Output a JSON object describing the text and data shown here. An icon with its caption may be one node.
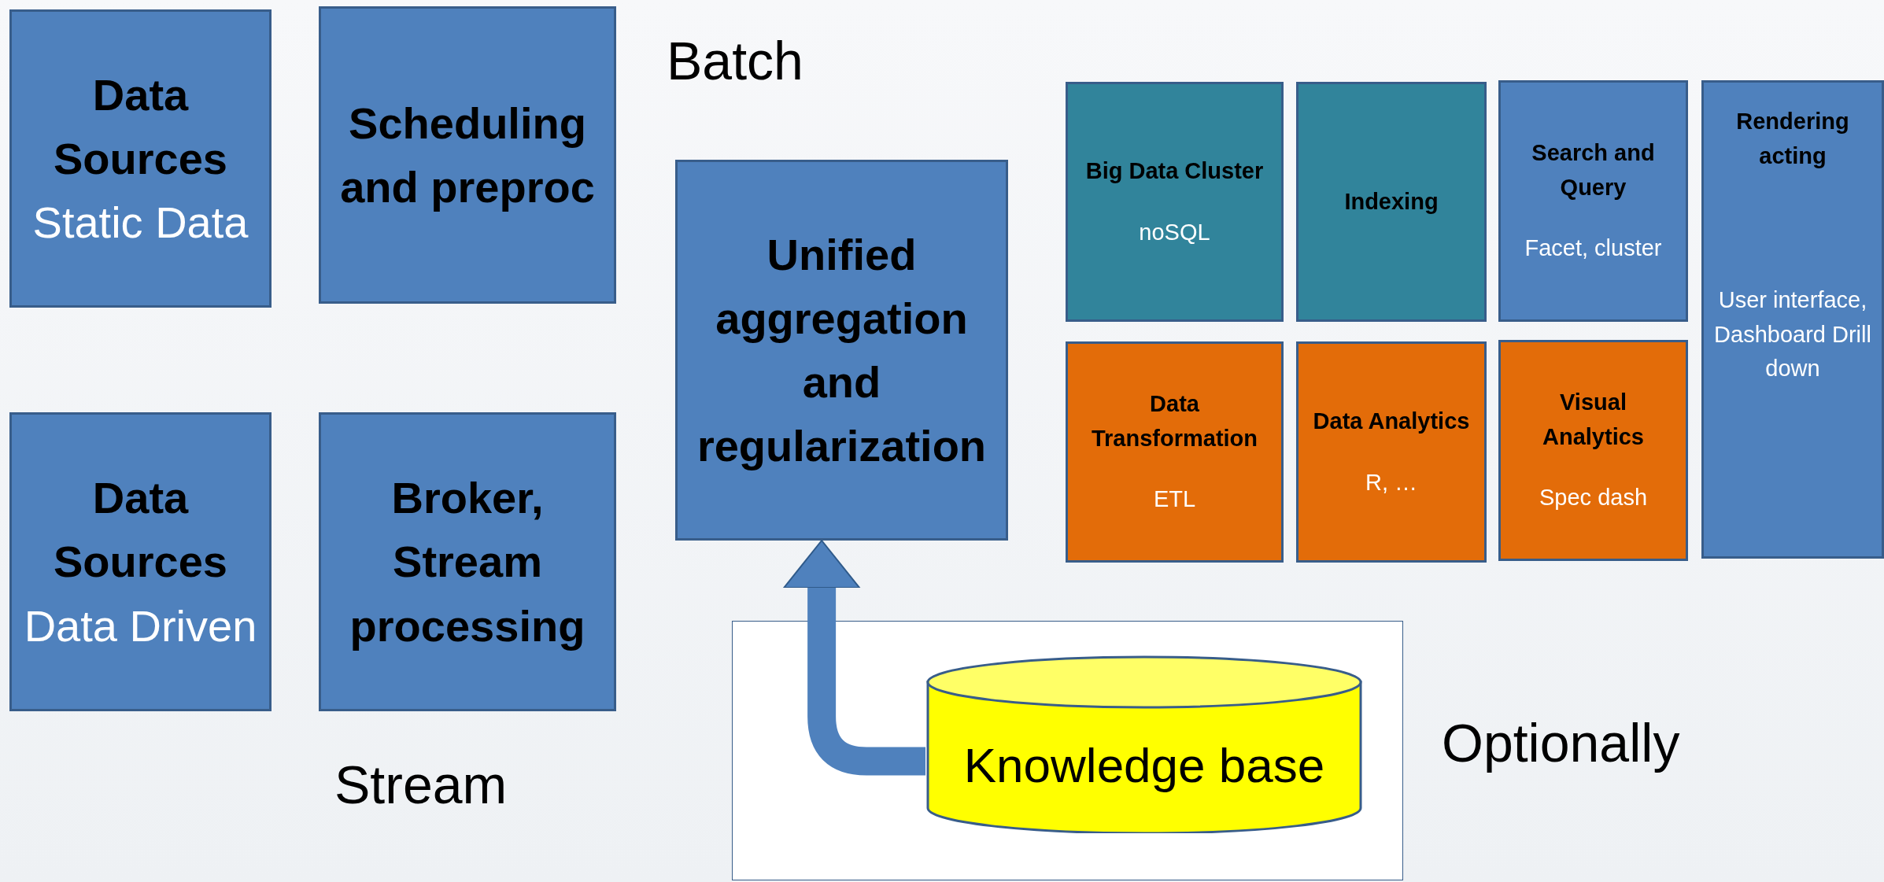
{
  "diagram": {
    "nodes": [
      {
        "text": [
          "Data Sources",
          "Static Data"
        ]
      },
      {
        "text": [
          "Scheduling and preproc"
        ]
      },
      {
        "text": [
          "Data Sources",
          "Data Driven"
        ]
      },
      {
        "text": [
          "Broker, Stream processing"
        ]
      },
      {
        "text": [
          "Unified aggregation and regularization"
        ]
      },
      {
        "text": [
          "Big Data Cluster",
          "noSQL"
        ]
      },
      {
        "text": [
          "Indexing"
        ]
      },
      {
        "text": [
          "Search and Query",
          "Facet, cluster"
        ]
      },
      {
        "text": [
          "Rendering acting",
          "User interface, Dashboard Drill down"
        ]
      },
      {
        "text": [
          "Data Transformation",
          "ETL"
        ]
      },
      {
        "text": [
          "Data Analytics",
          "R, …"
        ]
      },
      {
        "text": [
          "Visual Analytics",
          "Spec dash"
        ]
      },
      {
        "text": [],
        "shape": "box"
      },
      {
        "text": [
          "Knowledge base"
        ],
        "in": 12
      }
    ],
    "edges": [
      {
        "from": 13,
        "to": 4,
        "arrow": "to"
      }
    ],
    "labels": [
      "Batch",
      "Stream",
      "Optionally"
    ]
  }
}
